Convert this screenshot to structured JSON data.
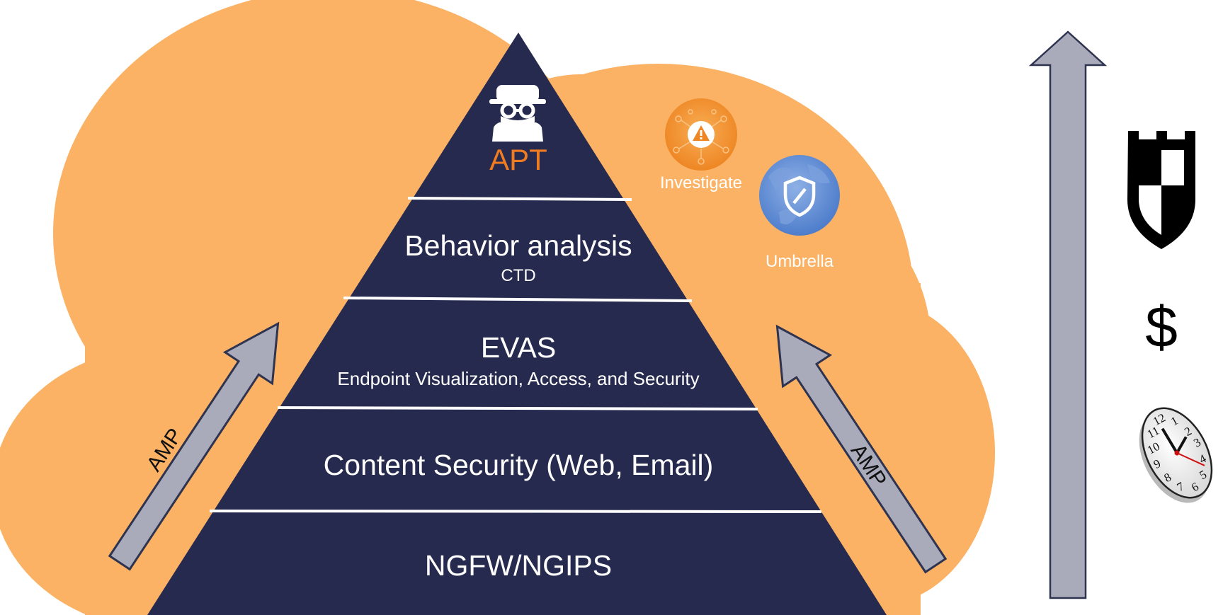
{
  "colors": {
    "cloud": "#FBB265",
    "pyramid": "#262A4F",
    "separator": "#FFFFFF",
    "apt_text": "#F07C21",
    "arrow_fill": "#A9ABBB",
    "arrow_stroke": "#2E3350",
    "investigate_badge": "#F39A3B",
    "umbrella_badge": "#5B87D2"
  },
  "pyramid": {
    "tiers": [
      {
        "title": "APT",
        "subtitle": "",
        "icon": "spy-icon"
      },
      {
        "title": "Behavior analysis",
        "subtitle": "CTD"
      },
      {
        "title": "EVAS",
        "subtitle": "Endpoint Visualization, Access, and Security"
      },
      {
        "title": "Content Security (Web, Email)",
        "subtitle": ""
      },
      {
        "title": "NGFW/NGIPS",
        "subtitle": ""
      }
    ]
  },
  "side_arrows": {
    "left_label": "AMP",
    "right_label": "AMP"
  },
  "badges": {
    "investigate": {
      "label": "Investigate",
      "icon": "warning-icon"
    },
    "umbrella": {
      "label": "Umbrella",
      "icon": "shield-icon"
    }
  },
  "scale": {
    "icons": [
      "shield-icon",
      "dollar-icon",
      "clock-icon"
    ],
    "dollar_symbol": "$"
  }
}
